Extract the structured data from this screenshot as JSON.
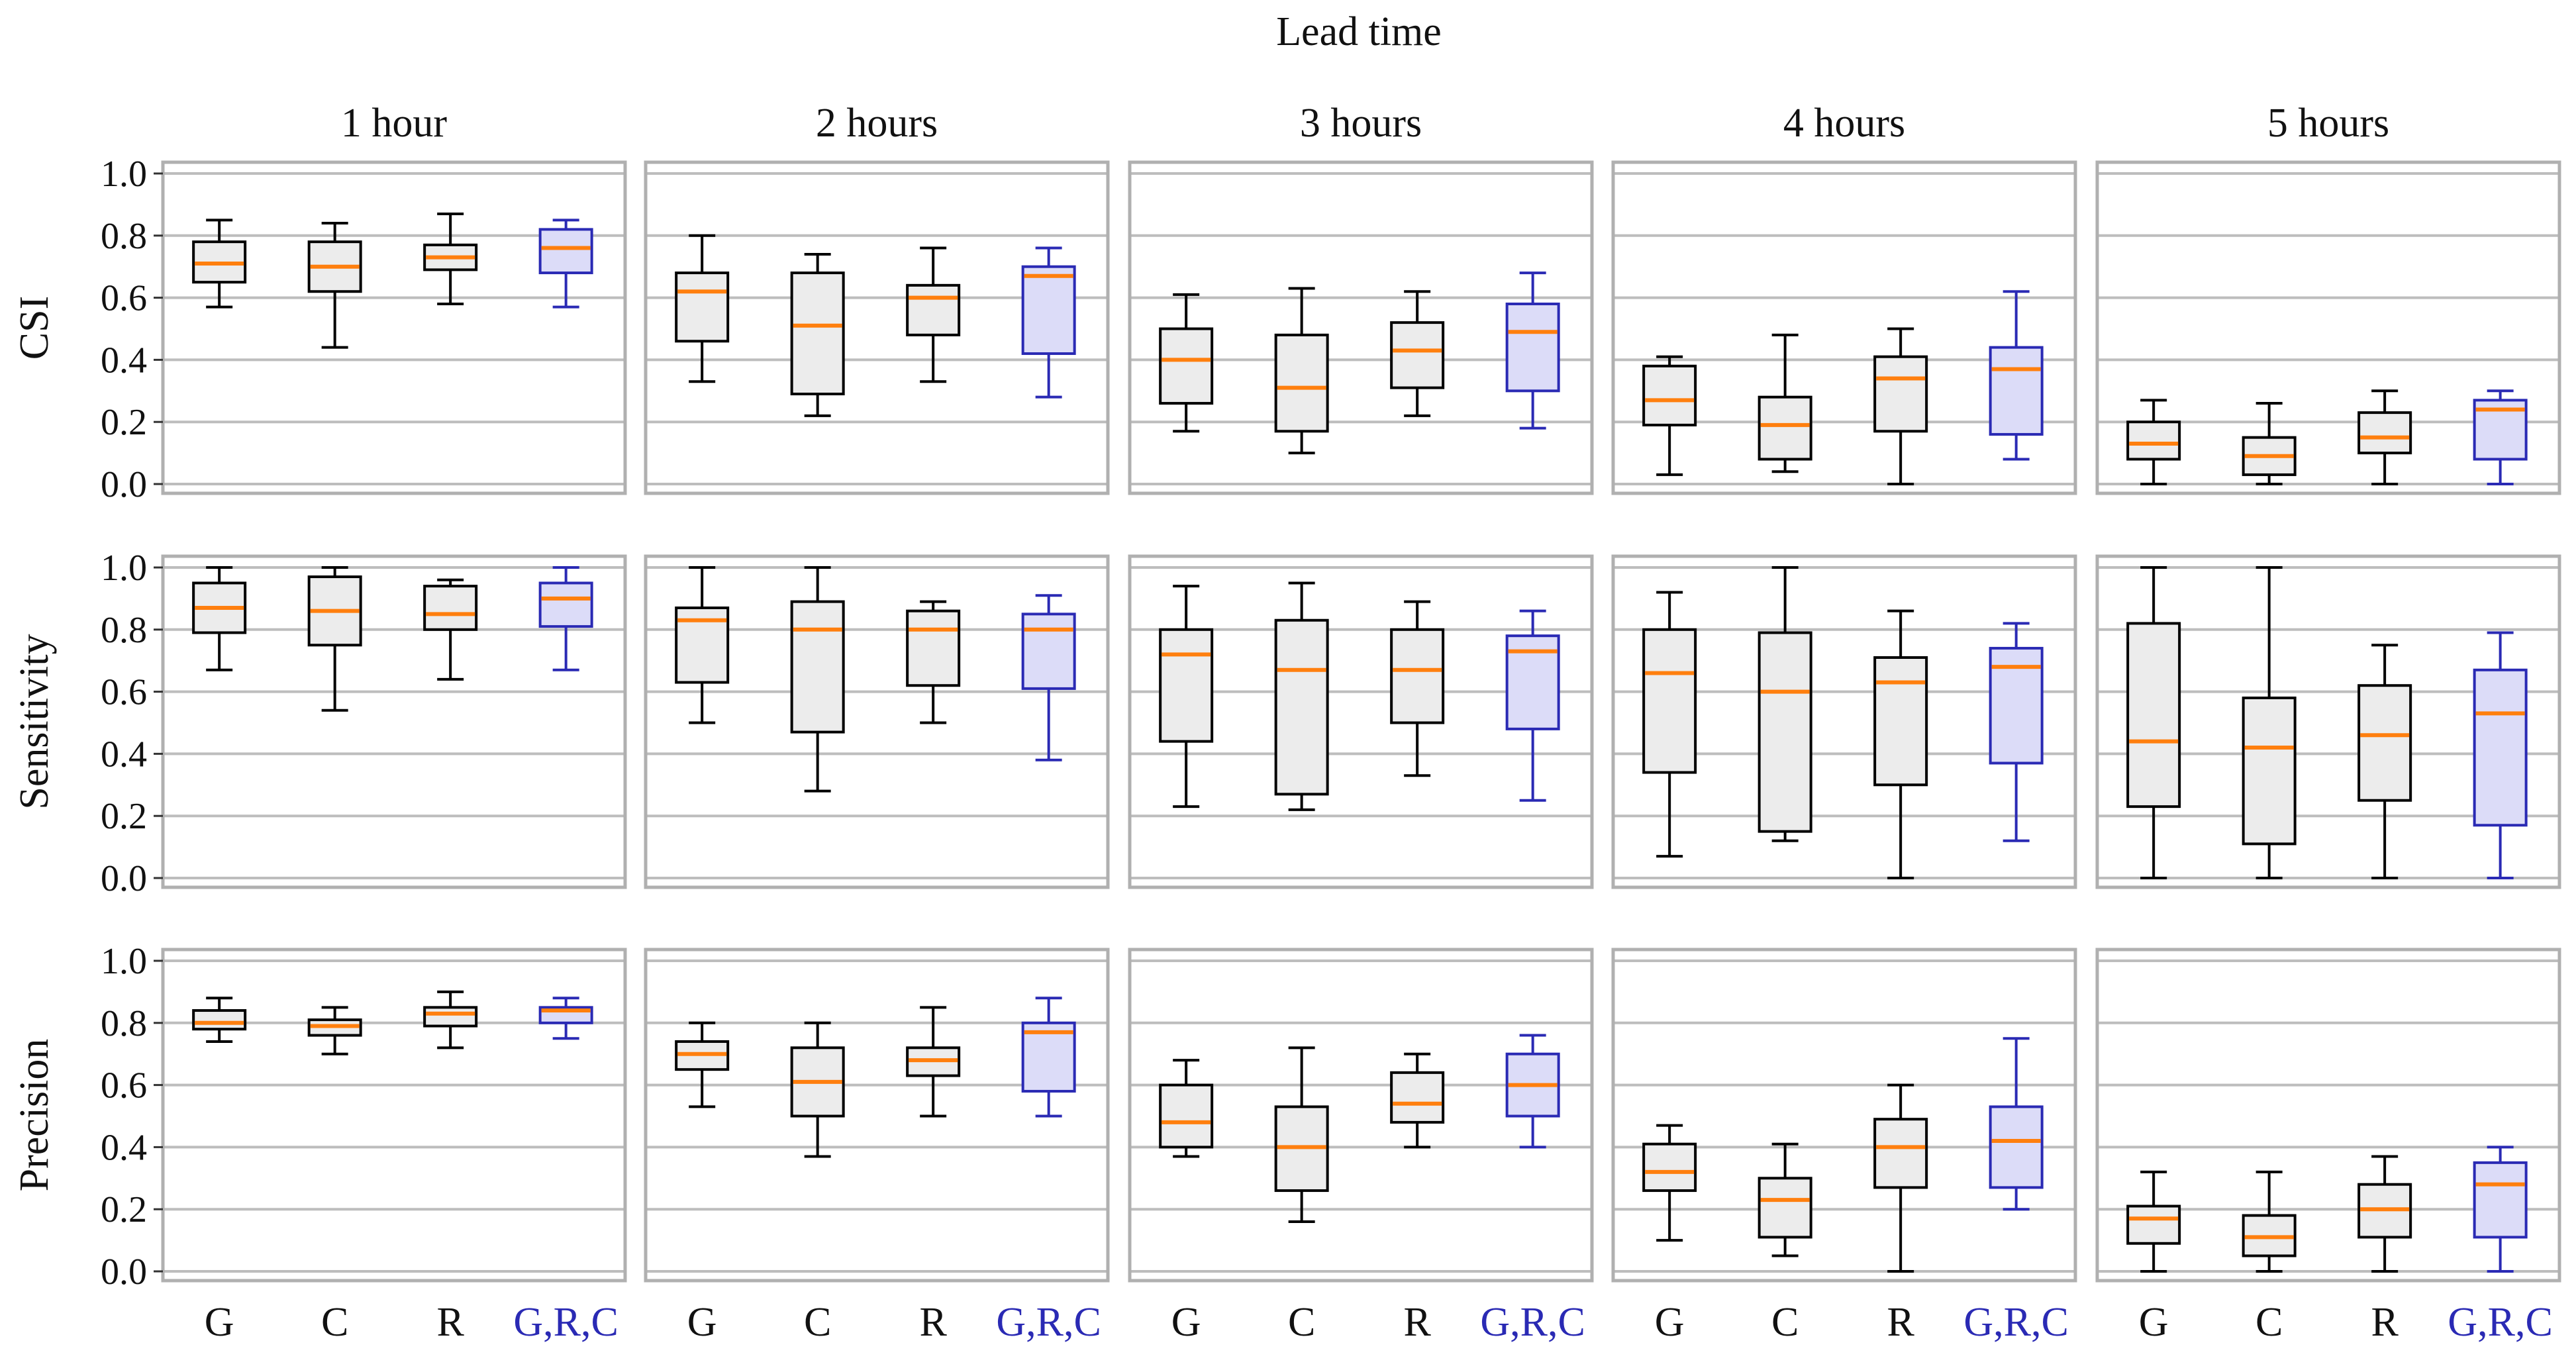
{
  "chart_data": {
    "type": "boxplot",
    "title": "Lead time",
    "lead_times": [
      "1 hour",
      "2 hours",
      "3 hours",
      "4 hours",
      "5 hours"
    ],
    "metrics": [
      "CSI",
      "Sensitivity",
      "Precision"
    ],
    "categories": [
      "G",
      "C",
      "R",
      "G,R,C"
    ],
    "ylim": [
      0,
      1
    ],
    "yticks": [
      "0.0",
      "0.2",
      "0.4",
      "0.6",
      "0.8",
      "1.0"
    ],
    "grid": "horizontal",
    "stat_order": [
      "whisker_low",
      "q1",
      "median",
      "q3",
      "whisker_high"
    ],
    "colors": {
      "box_default_fill": "#ececec",
      "box_default_edge": "#000000",
      "box_highlight_fill": "#dcdcf8",
      "box_highlight_edge": "#2a2ab4",
      "median": "#ff7f0e",
      "highlight_label": "#2a2ab4",
      "grid": "#bdbdbd",
      "frame": "#b0b0b0"
    },
    "highlight_category": "G,R,C",
    "data": {
      "CSI": [
        [
          [
            0.57,
            0.65,
            0.71,
            0.78,
            0.85
          ],
          [
            0.44,
            0.62,
            0.7,
            0.78,
            0.84
          ],
          [
            0.58,
            0.69,
            0.73,
            0.77,
            0.87
          ],
          [
            0.57,
            0.68,
            0.76,
            0.82,
            0.85
          ]
        ],
        [
          [
            0.33,
            0.46,
            0.62,
            0.68,
            0.8
          ],
          [
            0.22,
            0.29,
            0.51,
            0.68,
            0.74
          ],
          [
            0.33,
            0.48,
            0.6,
            0.64,
            0.76
          ],
          [
            0.28,
            0.42,
            0.67,
            0.7,
            0.76
          ]
        ],
        [
          [
            0.17,
            0.26,
            0.4,
            0.5,
            0.61
          ],
          [
            0.1,
            0.17,
            0.31,
            0.48,
            0.63
          ],
          [
            0.22,
            0.31,
            0.43,
            0.52,
            0.62
          ],
          [
            0.18,
            0.3,
            0.49,
            0.58,
            0.68
          ]
        ],
        [
          [
            0.03,
            0.19,
            0.27,
            0.38,
            0.41
          ],
          [
            0.04,
            0.08,
            0.19,
            0.28,
            0.48
          ],
          [
            0.0,
            0.17,
            0.34,
            0.41,
            0.5
          ],
          [
            0.08,
            0.16,
            0.37,
            0.44,
            0.62
          ]
        ],
        [
          [
            0.0,
            0.08,
            0.13,
            0.2,
            0.27
          ],
          [
            0.0,
            0.03,
            0.09,
            0.15,
            0.26
          ],
          [
            0.0,
            0.1,
            0.15,
            0.23,
            0.3
          ],
          [
            0.0,
            0.08,
            0.24,
            0.27,
            0.3
          ]
        ]
      ],
      "Sensitivity": [
        [
          [
            0.67,
            0.79,
            0.87,
            0.95,
            1.0
          ],
          [
            0.54,
            0.75,
            0.86,
            0.97,
            1.0
          ],
          [
            0.64,
            0.8,
            0.85,
            0.94,
            0.96
          ],
          [
            0.67,
            0.81,
            0.9,
            0.95,
            1.0
          ]
        ],
        [
          [
            0.5,
            0.63,
            0.83,
            0.87,
            1.0
          ],
          [
            0.28,
            0.47,
            0.8,
            0.89,
            1.0
          ],
          [
            0.5,
            0.62,
            0.8,
            0.86,
            0.89
          ],
          [
            0.38,
            0.61,
            0.8,
            0.85,
            0.91
          ]
        ],
        [
          [
            0.23,
            0.44,
            0.72,
            0.8,
            0.94
          ],
          [
            0.22,
            0.27,
            0.67,
            0.83,
            0.95
          ],
          [
            0.33,
            0.5,
            0.67,
            0.8,
            0.89
          ],
          [
            0.25,
            0.48,
            0.73,
            0.78,
            0.86
          ]
        ],
        [
          [
            0.07,
            0.34,
            0.66,
            0.8,
            0.92
          ],
          [
            0.12,
            0.15,
            0.6,
            0.79,
            1.0
          ],
          [
            0.0,
            0.3,
            0.63,
            0.71,
            0.86
          ],
          [
            0.12,
            0.37,
            0.68,
            0.74,
            0.82
          ]
        ],
        [
          [
            0.0,
            0.23,
            0.44,
            0.82,
            1.0
          ],
          [
            0.0,
            0.11,
            0.42,
            0.58,
            1.0
          ],
          [
            0.0,
            0.25,
            0.46,
            0.62,
            0.75
          ],
          [
            0.0,
            0.17,
            0.53,
            0.67,
            0.79
          ]
        ]
      ],
      "Precision": [
        [
          [
            0.74,
            0.78,
            0.8,
            0.84,
            0.88
          ],
          [
            0.7,
            0.76,
            0.79,
            0.81,
            0.85
          ],
          [
            0.72,
            0.79,
            0.83,
            0.85,
            0.9
          ],
          [
            0.75,
            0.8,
            0.84,
            0.85,
            0.88
          ]
        ],
        [
          [
            0.53,
            0.65,
            0.7,
            0.74,
            0.8
          ],
          [
            0.37,
            0.5,
            0.61,
            0.72,
            0.8
          ],
          [
            0.5,
            0.63,
            0.68,
            0.72,
            0.85
          ],
          [
            0.5,
            0.58,
            0.77,
            0.8,
            0.88
          ]
        ],
        [
          [
            0.37,
            0.4,
            0.48,
            0.6,
            0.68
          ],
          [
            0.16,
            0.26,
            0.4,
            0.53,
            0.72
          ],
          [
            0.4,
            0.48,
            0.54,
            0.64,
            0.7
          ],
          [
            0.4,
            0.5,
            0.6,
            0.7,
            0.76
          ]
        ],
        [
          [
            0.1,
            0.26,
            0.32,
            0.41,
            0.47
          ],
          [
            0.05,
            0.11,
            0.23,
            0.3,
            0.41
          ],
          [
            0.0,
            0.27,
            0.4,
            0.49,
            0.6
          ],
          [
            0.2,
            0.27,
            0.42,
            0.53,
            0.75
          ]
        ],
        [
          [
            0.0,
            0.09,
            0.17,
            0.21,
            0.32
          ],
          [
            0.0,
            0.05,
            0.11,
            0.18,
            0.32
          ],
          [
            0.0,
            0.11,
            0.2,
            0.28,
            0.37
          ],
          [
            0.0,
            0.11,
            0.28,
            0.35,
            0.4
          ]
        ]
      ]
    }
  }
}
